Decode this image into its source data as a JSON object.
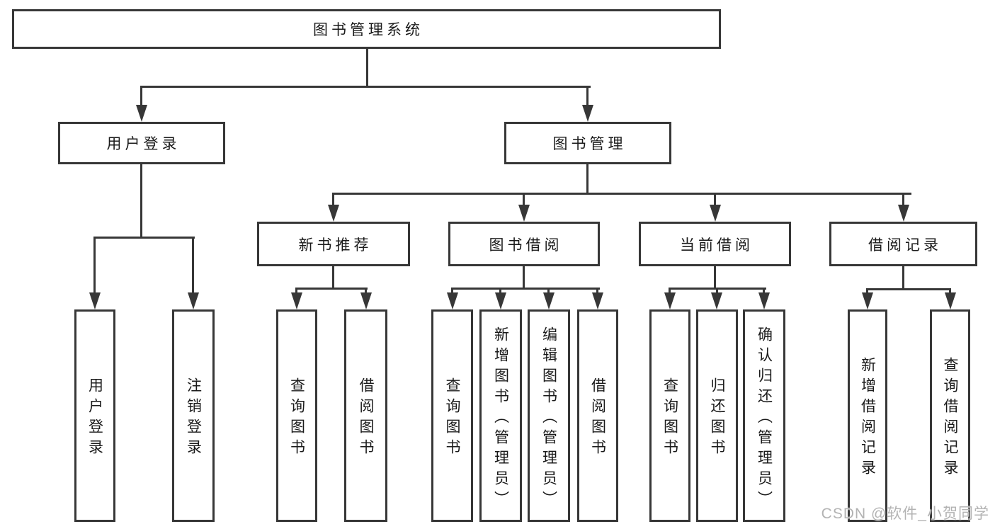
{
  "tree": {
    "root": {
      "label": "图书管理系统"
    },
    "branches": [
      {
        "label": "用户登录",
        "children": [
          "用户登录",
          "注销登录"
        ]
      },
      {
        "label": "图书管理",
        "modules": [
          {
            "label": "新书推荐",
            "children": [
              "查询图书",
              "借阅图书"
            ]
          },
          {
            "label": "图书借阅",
            "children": [
              "查询图书",
              "新增图书（管理员）",
              "编辑图书（管理员）",
              "借阅图书"
            ]
          },
          {
            "label": "当前借阅",
            "children": [
              "查询图书",
              "归还图书",
              "确认归还（管理员）"
            ]
          },
          {
            "label": "借阅记录",
            "children": [
              "新增借阅记录",
              "查询借阅记录"
            ]
          }
        ]
      }
    ]
  },
  "watermark": "CSDN @软件_小贺同学",
  "colors": {
    "line": "#373737",
    "text": "#1a1a1a",
    "watermark": "#b3b3b3",
    "bg": "#ffffff"
  }
}
